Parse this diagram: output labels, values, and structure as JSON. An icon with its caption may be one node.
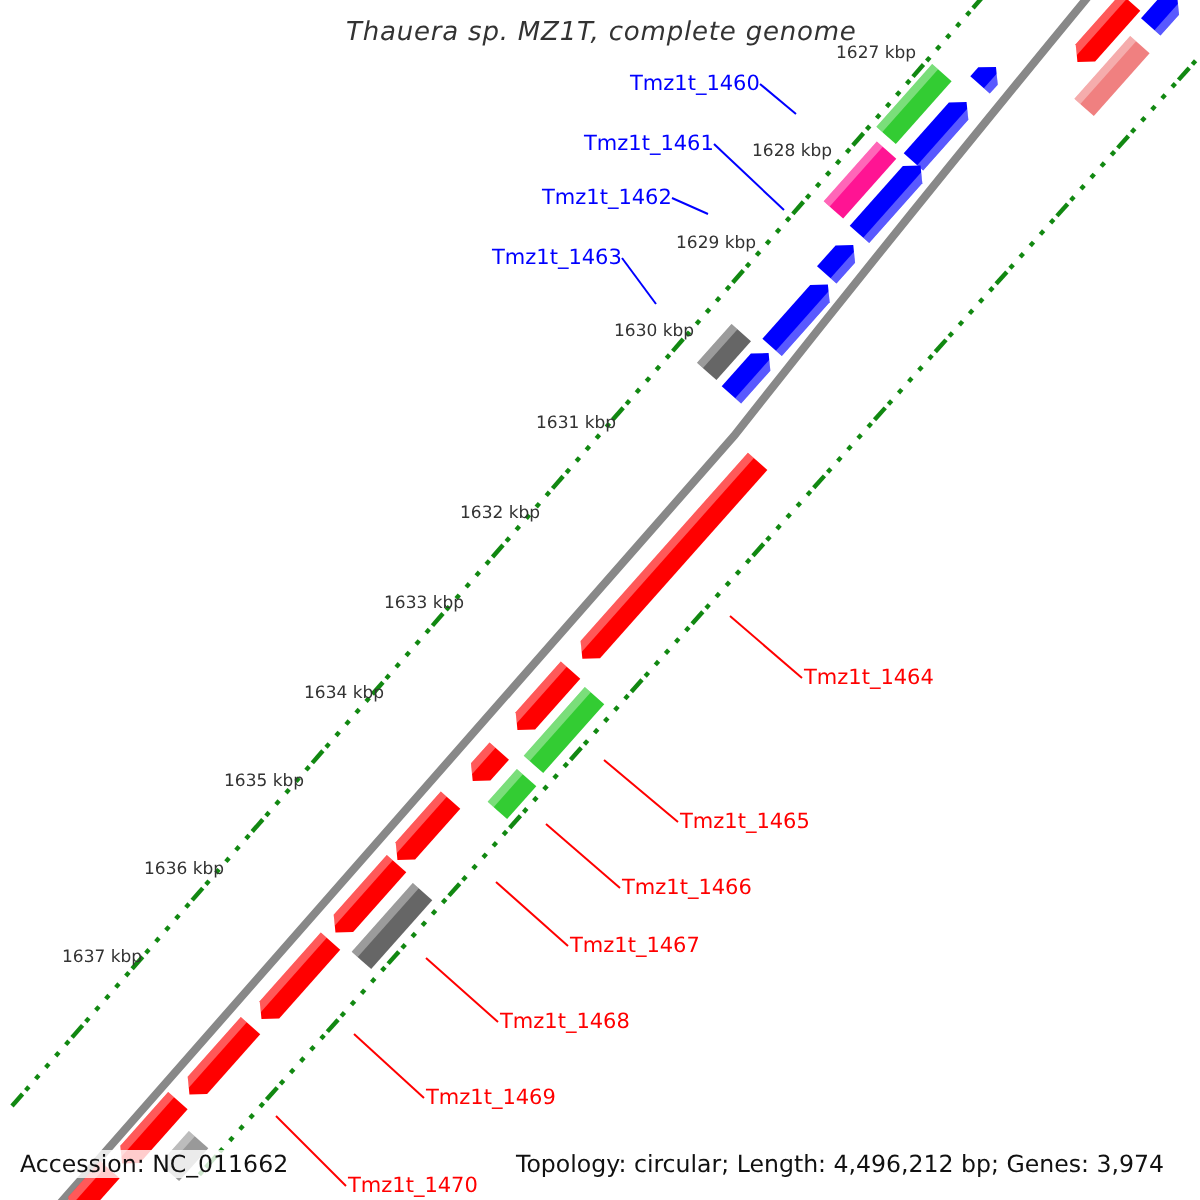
{
  "diagram": {
    "title": "Thauera sp. MZ1T, complete genome",
    "nodes": [
      {
        "text": [
          "Tmz1t_1460"
        ]
      },
      {
        "text": [
          "Tmz1t_1461"
        ]
      },
      {
        "text": [
          "Tmz1t_1462"
        ]
      },
      {
        "text": [
          "Tmz1t_1463"
        ]
      },
      {
        "text": [
          "Tmz1t_1464"
        ]
      },
      {
        "text": [
          "Tmz1t_1465"
        ]
      },
      {
        "text": [
          "Tmz1t_1466"
        ]
      },
      {
        "text": [
          "Tmz1t_1467"
        ]
      },
      {
        "text": [
          "Tmz1t_1468"
        ]
      },
      {
        "text": [
          "Tmz1t_1469"
        ]
      },
      {
        "text": [
          "Tmz1t_1470"
        ]
      }
    ],
    "edges": [
      {
        "from": 0,
        "to": null,
        "arrow": "none",
        "color": "#0000ff"
      },
      {
        "from": 1,
        "to": null,
        "arrow": "none",
        "color": "#0000ff"
      },
      {
        "from": 2,
        "to": null,
        "arrow": "none",
        "color": "#0000ff"
      },
      {
        "from": 3,
        "to": null,
        "arrow": "none",
        "color": "#0000ff"
      },
      {
        "from": 4,
        "to": null,
        "arrow": "none"
      },
      {
        "from": 5,
        "to": null,
        "arrow": "none"
      },
      {
        "from": 6,
        "to": null,
        "arrow": "none"
      },
      {
        "from": 7,
        "to": null,
        "arrow": "none"
      },
      {
        "from": 8,
        "to": null,
        "arrow": "none"
      },
      {
        "from": 9,
        "to": null,
        "arrow": "none"
      },
      {
        "from": 10,
        "to": null,
        "arrow": "none"
      }
    ],
    "labels": [
      "1627 kbp",
      "1628 kbp",
      "1629 kbp",
      "1630 kbp",
      "1631 kbp",
      "1632 kbp",
      "1633 kbp",
      "1634 kbp",
      "1635 kbp",
      "1636 kbp",
      "1637 kbp",
      "Accession: NC_011662",
      "Topology: circular; Length: 4,496,212 bp; Genes: 3,974"
    ]
  }
}
